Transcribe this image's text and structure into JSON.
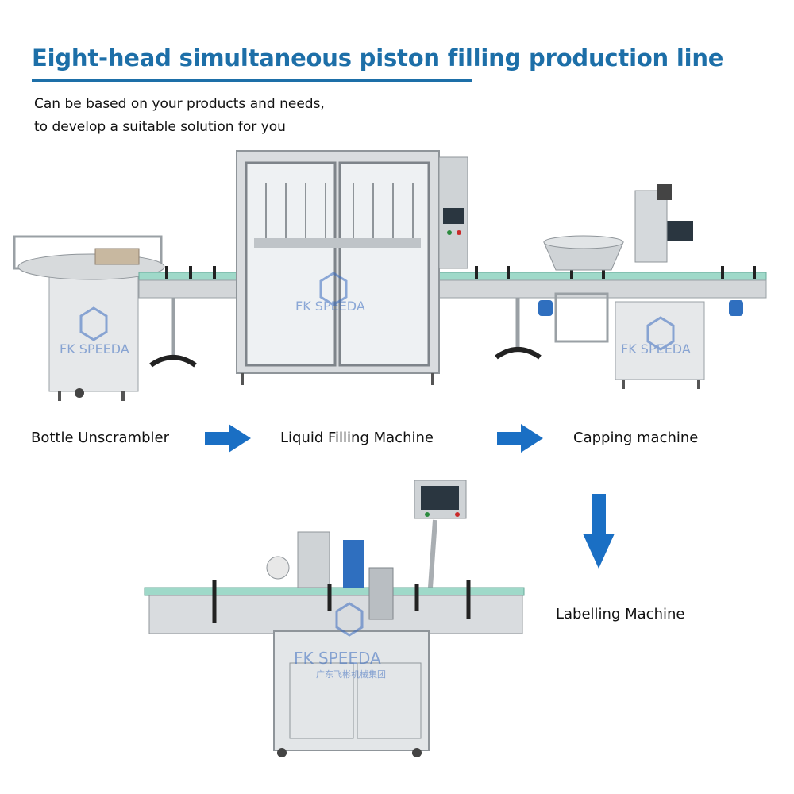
{
  "header": {
    "title": "Eight-head simultaneous piston filling production line",
    "subtitle_lines": [
      "Can be based on your products and needs,",
      "to develop a suitable solution for you"
    ]
  },
  "flow": {
    "stages": [
      "Bottle Unscrambler",
      "Liquid Filling Machine",
      "Capping machine",
      "Labelling Machine"
    ],
    "arrow_color": "#1a6fc4"
  },
  "watermark": {
    "brand": "FK SPEEDA",
    "chinese_name": "广东飞彬机械集团"
  },
  "colors": {
    "title": "#1d6fa8",
    "steel": "#c9cdd1",
    "conveyor_green": "#9fd9c9"
  }
}
